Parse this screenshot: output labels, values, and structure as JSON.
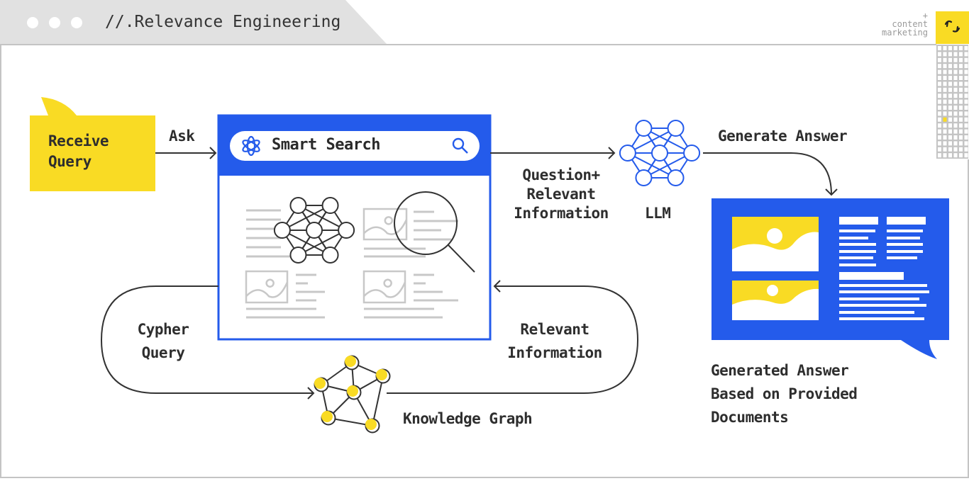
{
  "window": {
    "title": "//.Relevance Engineering",
    "dots": [
      "dot-1",
      "dot-2",
      "dot-3"
    ],
    "brand": {
      "plus": "+",
      "line1": "content",
      "line2": "marketing"
    }
  },
  "colors": {
    "blue": "#245BEB",
    "yellow": "#F9DB24",
    "frame_gray": "#C4C4C4",
    "tab_gray": "#E1E1E1",
    "text": "#2E2E2E",
    "placeholder_gray": "#C8C8C8"
  },
  "nodes": {
    "receive_query": {
      "line1": "Receive",
      "line2": "Query"
    },
    "smart_search": {
      "label": "Smart Search",
      "logo": "openai-logo-icon",
      "search_icon": "search-icon"
    },
    "llm": {
      "label": "LLM",
      "icon": "neural-network-icon"
    },
    "knowledge_graph": {
      "label": "Knowledge Graph",
      "icon": "graph-icon"
    },
    "generated_answer": {
      "line1": "Generated Answer",
      "line2": "Based on Provided",
      "line3": "Documents"
    }
  },
  "edges": {
    "ask": "Ask",
    "question_info": {
      "line1": "Question+",
      "line2": "Relevant",
      "line3": "Information"
    },
    "generate_answer": "Generate Answer",
    "cypher_query": {
      "line1": "Cypher",
      "line2": "Query"
    },
    "relevant_info": {
      "line1": "Relevant",
      "line2": "Information"
    }
  }
}
